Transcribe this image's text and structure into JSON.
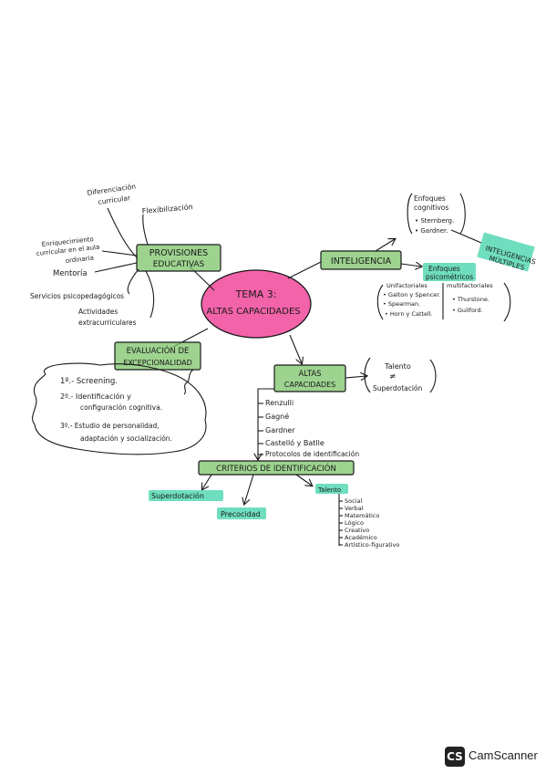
{
  "center": {
    "line1": "TEMA 3:",
    "line2": "ALTAS CAPACIDADES"
  },
  "provisiones": {
    "title1": "PROVISIONES",
    "title2": "EDUCATIVAS",
    "items": [
      {
        "line1": "Diferenciación",
        "line2": "curricular"
      },
      {
        "line1": "Flexibilización",
        "line2": ""
      },
      {
        "line1": "Enriquecimiento",
        "line2": "curricular en el aula",
        "line3": "ordinaria"
      },
      {
        "line1": "Mentoría",
        "line2": ""
      },
      {
        "line1": "Servicios psicopedagógicos",
        "line2": ""
      },
      {
        "line1": "Actividades",
        "line2": "extracurriculares"
      }
    ]
  },
  "inteligencia": {
    "title": "INTELIGENCIA",
    "cognitivos": {
      "title1": "Enfoques",
      "title2": "cognitivos",
      "items": [
        "• Sternberg.",
        "• Gardner."
      ]
    },
    "multiples": {
      "line1": "INTELIGENCIAS",
      "line2": "MÚLTIPLES"
    },
    "psicometricos": {
      "title1": "Enfoques",
      "title2": "psicométricos",
      "col1_header": "Unifactoriales",
      "col1": [
        "• Galton y Spencer.",
        "• Spearman.",
        "• Horn y Cattell."
      ],
      "col2_header": "multifactoriales",
      "col2": [
        "• Thurstone.",
        "• Guilford."
      ]
    }
  },
  "evaluacion": {
    "title1": "EVALUACIÓN DE",
    "title2": "EXCEPCIONALIDAD",
    "steps": [
      {
        "line1": "1º.- Screening.",
        "line2": ""
      },
      {
        "line1": "2º.- Identificación y",
        "line2": "configuración cognitiva."
      },
      {
        "line1": "3º.- Estudio de personalidad,",
        "line2": "adaptación y socialización."
      }
    ]
  },
  "altas": {
    "title1": "ALTAS",
    "title2": "CAPACIDADES",
    "talento": {
      "line1": "Talento",
      "line2": "≠",
      "line3": "Superdotación"
    },
    "autores": [
      "Renzulli",
      "Gagné",
      "Gardner",
      "Castelló y Batlle",
      "Protocolos de identificación"
    ]
  },
  "criterios": {
    "title": "CRITERIOS DE IDENTIFICACIÓN",
    "superdotacion": "Superdotación",
    "precocidad": "Precocidad",
    "talento": "Talento",
    "talento_items": [
      "Social",
      "Verbal",
      "Matemático",
      "Lógico",
      "Creativo",
      "Académico",
      "Artístico-figurativo"
    ]
  },
  "watermark": {
    "badge": "CS",
    "text": "CamScanner"
  },
  "colors": {
    "green": "#7cc46a",
    "pink": "#ee2f8c",
    "teal": "#3fd3a9"
  }
}
